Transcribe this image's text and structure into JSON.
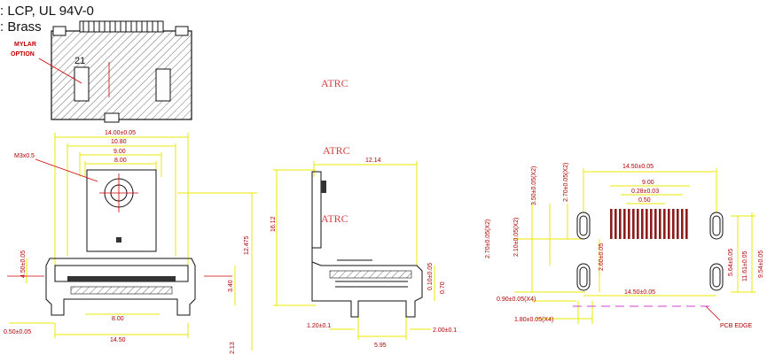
{
  "specs": {
    "material_line": ": LCP, UL 94V-0",
    "contact_line": ": Brass"
  },
  "watermark": "ATRC",
  "notes": {
    "mylar_1": "MYLAR",
    "mylar_2": "OPTION",
    "pin_21": "21",
    "m3": "M3x0.5",
    "pcb_edge": "PCB EDGE"
  },
  "front_view": {
    "top_14": "14.00±0.05",
    "w_1080": "10.80",
    "w_900": "9.00",
    "w_800": "8.00",
    "h_12475": "12.475",
    "h_340": "3.40",
    "h_450": "4.50±0.05",
    "bot_800": "8.00",
    "bot_1450": "14.50",
    "left_050": "0.50±0.05",
    "h_213": "2.13"
  },
  "side_view": {
    "w_1214": "12.14",
    "h_1612": "16.12",
    "h_010": "0.10±0.05",
    "h_070": "0.70",
    "b_120": "1.20±0.1",
    "b_595": "5.95",
    "b_200": "2.00±0.1"
  },
  "footprint": {
    "w_1450a": "14.50±0.05",
    "w_900": "9.00",
    "w_028": "0.28±0.03",
    "w_050": "0.50",
    "w_1450b": "14.50±0.05",
    "v_350": "3.50±0.05(X2)",
    "v_270a": "2.70±0.05(X2)",
    "v_270b": "2.70±0.05(X2)",
    "v_210": "2.10±0.05(X2)",
    "v_260": "2.60±0.05",
    "v_564": "5.64±0.05",
    "v_1161": "11.61±0.05",
    "v_954": "9.54±0.05",
    "h_090": "0.90±0.05(X4)",
    "h_180": "1.80±0.05(X4)"
  }
}
